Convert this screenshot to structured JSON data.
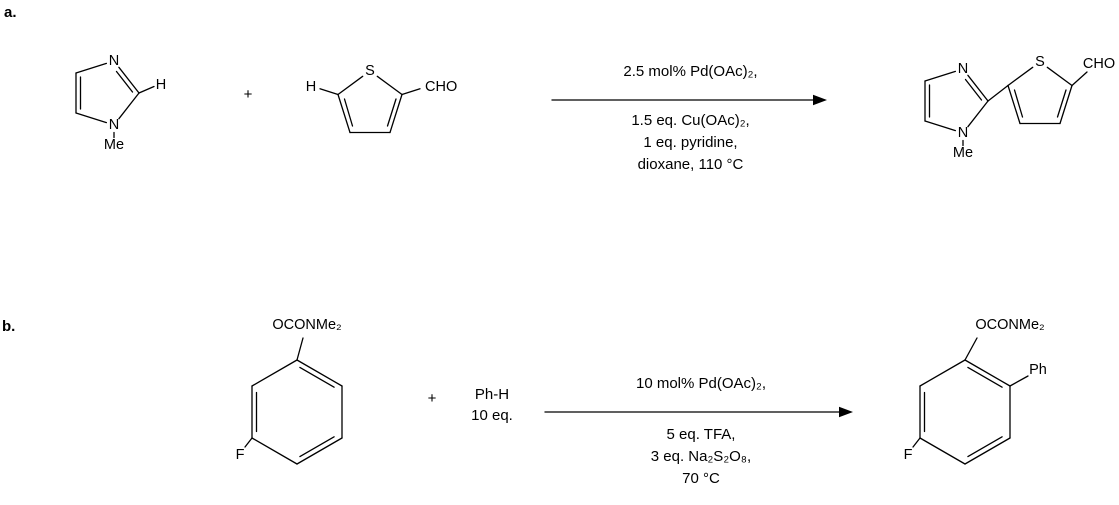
{
  "reaction_a": {
    "label": "a.",
    "plus": "+",
    "imidazole": {
      "n3": "N",
      "n1": "N",
      "me": "Me",
      "h": "H"
    },
    "thiophene": {
      "s": "S",
      "h": "H",
      "cho": "CHO"
    },
    "arrow_above": "2.5 mol% Pd(OAc)₂,",
    "arrow_below": [
      "1.5 eq. Cu(OAc)₂,",
      "1 eq. pyridine,",
      "dioxane, 110 °C"
    ],
    "product": {
      "n3": "N",
      "n1": "N",
      "me": "Me",
      "s": "S",
      "cho": "CHO"
    }
  },
  "reaction_b": {
    "label": "b.",
    "plus": "+",
    "aryl_carbamate": {
      "oconme2": "OCONMe₂",
      "f": "F"
    },
    "coupling_partner": {
      "line1": "Ph-H",
      "line2": "10 eq."
    },
    "arrow_above": "10 mol% Pd(OAc)₂,",
    "arrow_below": [
      "5 eq. TFA,",
      "3 eq. Na₂S₂O₈,",
      "70 °C"
    ],
    "product": {
      "oconme2": "OCONMe₂",
      "ph": "Ph",
      "f": "F"
    }
  }
}
